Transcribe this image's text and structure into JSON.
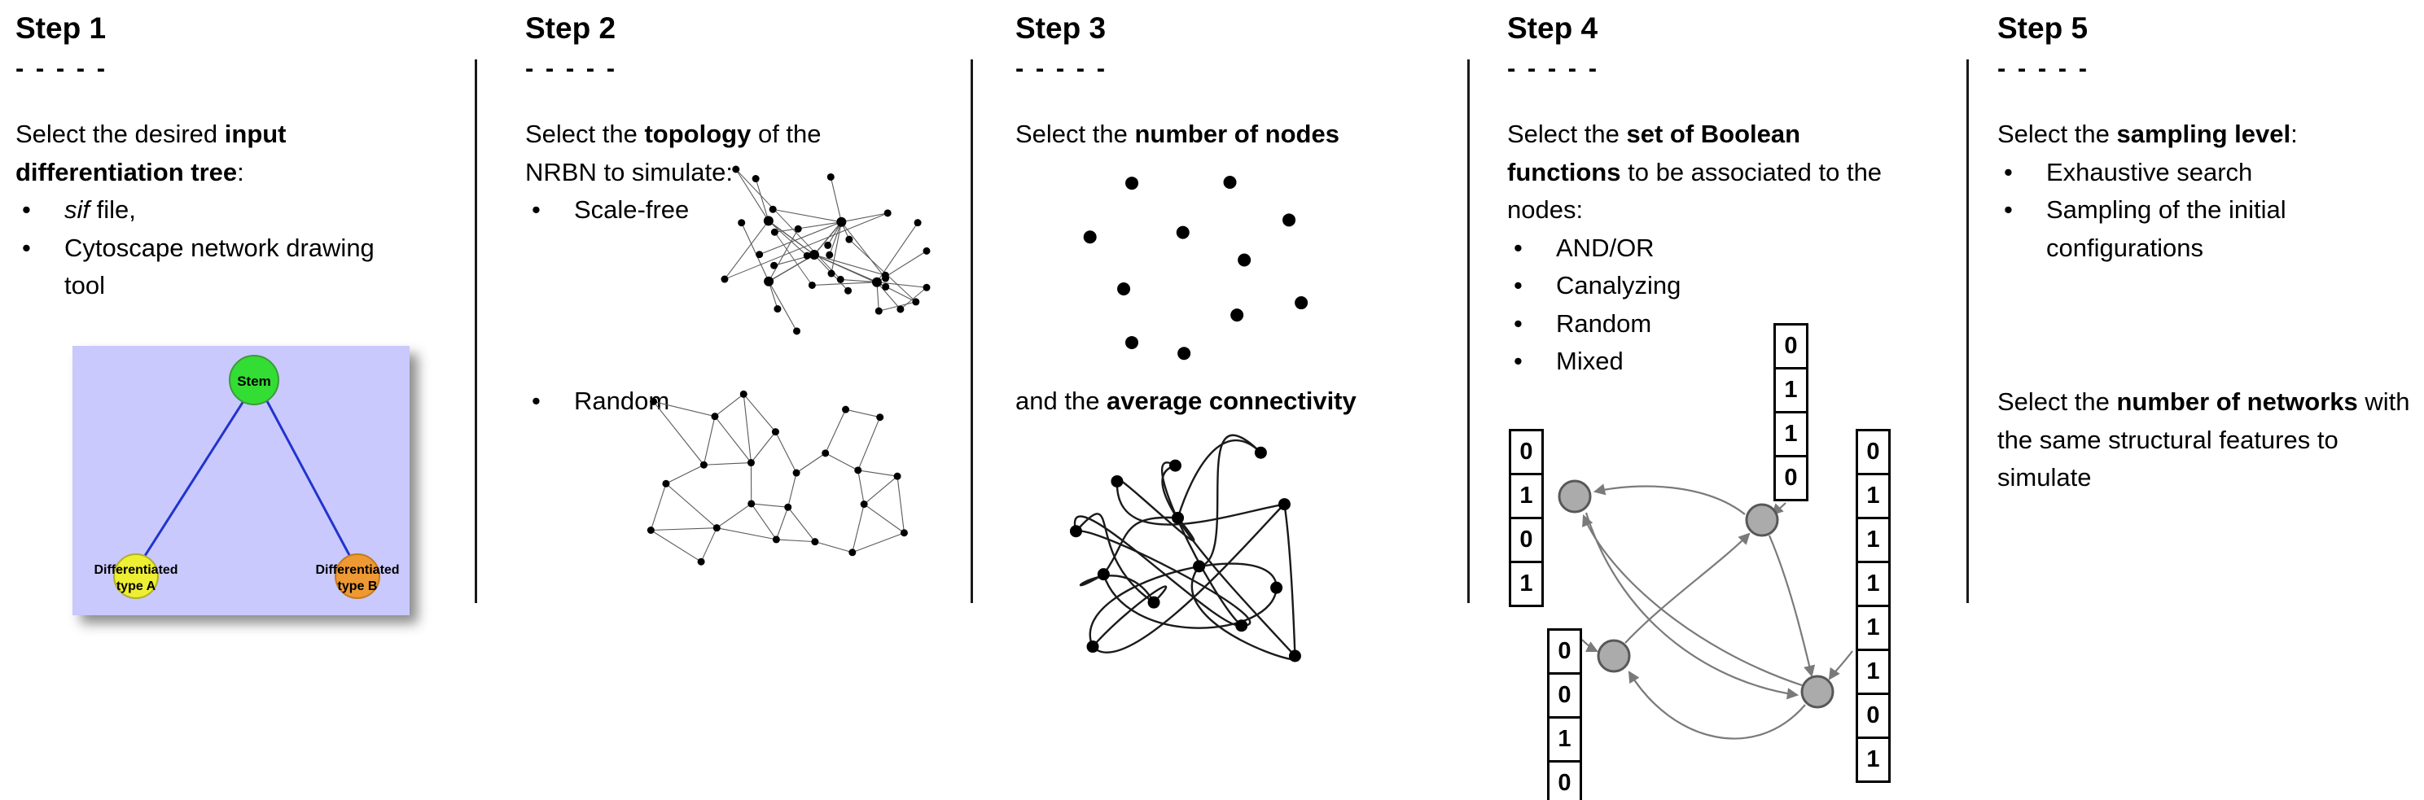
{
  "bullet_glyph": "•",
  "dashes": "- - - - -",
  "steps": {
    "step1": {
      "title": "Step 1",
      "intro_pre": "Select the desired ",
      "intro_bold": "input differentiation tree",
      "intro_post": ":",
      "bullet_sif_italic": "sif",
      "bullet_sif_rest": " file,",
      "bullet_cytoscape": "Cytoscape network drawing tool",
      "tree": {
        "stem_label": "Stem",
        "type_a_line1": "Differentiated",
        "type_a_line2": "type A",
        "type_b_line1": "Differentiated",
        "type_b_line2": "type B",
        "colors": {
          "background": "#c9c9fd",
          "stem": "#33dd33",
          "type_a": "#eeee33",
          "type_b": "#ee9933",
          "edge": "#2233cc"
        }
      }
    },
    "step2": {
      "title": "Step 2",
      "intro_pre": "Select the ",
      "intro_bold": "topology",
      "intro_post": " of the NRBN to simulate:",
      "bullet_scale_free": "Scale-free",
      "bullet_random": "Random"
    },
    "step3": {
      "title": "Step 3",
      "intro_pre": "Select the ",
      "intro_bold": "number of nodes",
      "second_pre": "and the ",
      "second_bold": "average connectivity"
    },
    "step4": {
      "title": "Step 4",
      "intro_pre": "Select the ",
      "intro_bold": "set of Boolean functions",
      "intro_post": " to be associated to the nodes:",
      "bullets": [
        "AND/OR",
        "Canalyzing",
        "Random",
        "Mixed"
      ],
      "truth_tables": {
        "left": [
          "0",
          "1",
          "0",
          "1"
        ],
        "top": [
          "0",
          "1",
          "1",
          "0"
        ],
        "right": [
          "0",
          "1",
          "1",
          "1",
          "1",
          "1",
          "0",
          "1"
        ],
        "bottom": [
          "0",
          "0",
          "1",
          "0"
        ]
      }
    },
    "step5": {
      "title": "Step 5",
      "intro_pre": "Select the ",
      "intro_bold": "sampling level",
      "intro_post": ":",
      "bullets": [
        "Exhaustive search",
        "Sampling of the initial configurations"
      ],
      "second_pre": "Select the ",
      "second_bold": "number of networks",
      "second_post": " with the same structural features to simulate"
    }
  }
}
